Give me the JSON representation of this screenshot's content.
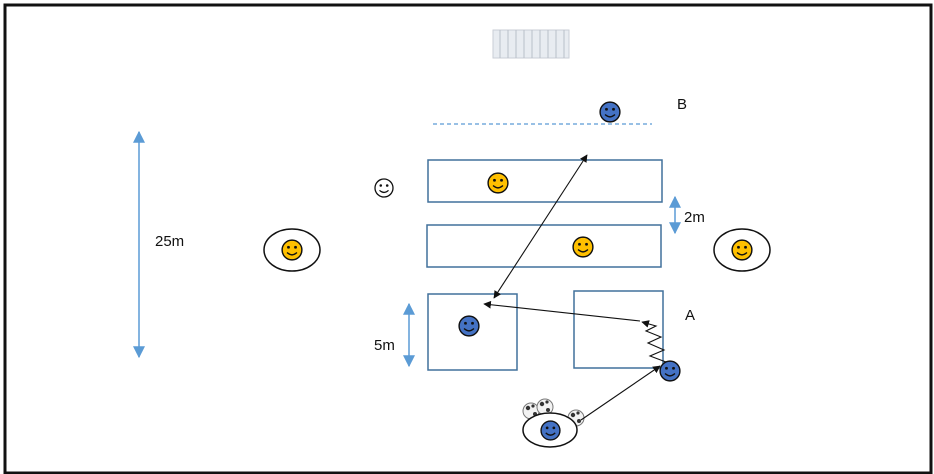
{
  "labels": {
    "distance_25m": "25m",
    "distance_2m": "2m",
    "distance_5m": "5m",
    "point_a": "A",
    "point_b": "B"
  },
  "colors": {
    "frame": "#111111",
    "box_stroke": "#41719c",
    "measure_arrow": "#5b9bd5",
    "dashed_line": "#5b9bd5",
    "defender_fill": "#ffc000",
    "attacker_fill": "#4472c4",
    "path_line": "#111111"
  },
  "icons": {
    "defender": "yellow-smiley-icon",
    "attacker": "blue-smiley-icon",
    "coach": "outline-smiley-icon",
    "ball": "soccer-ball-icon",
    "goal": "goal-icon"
  }
}
